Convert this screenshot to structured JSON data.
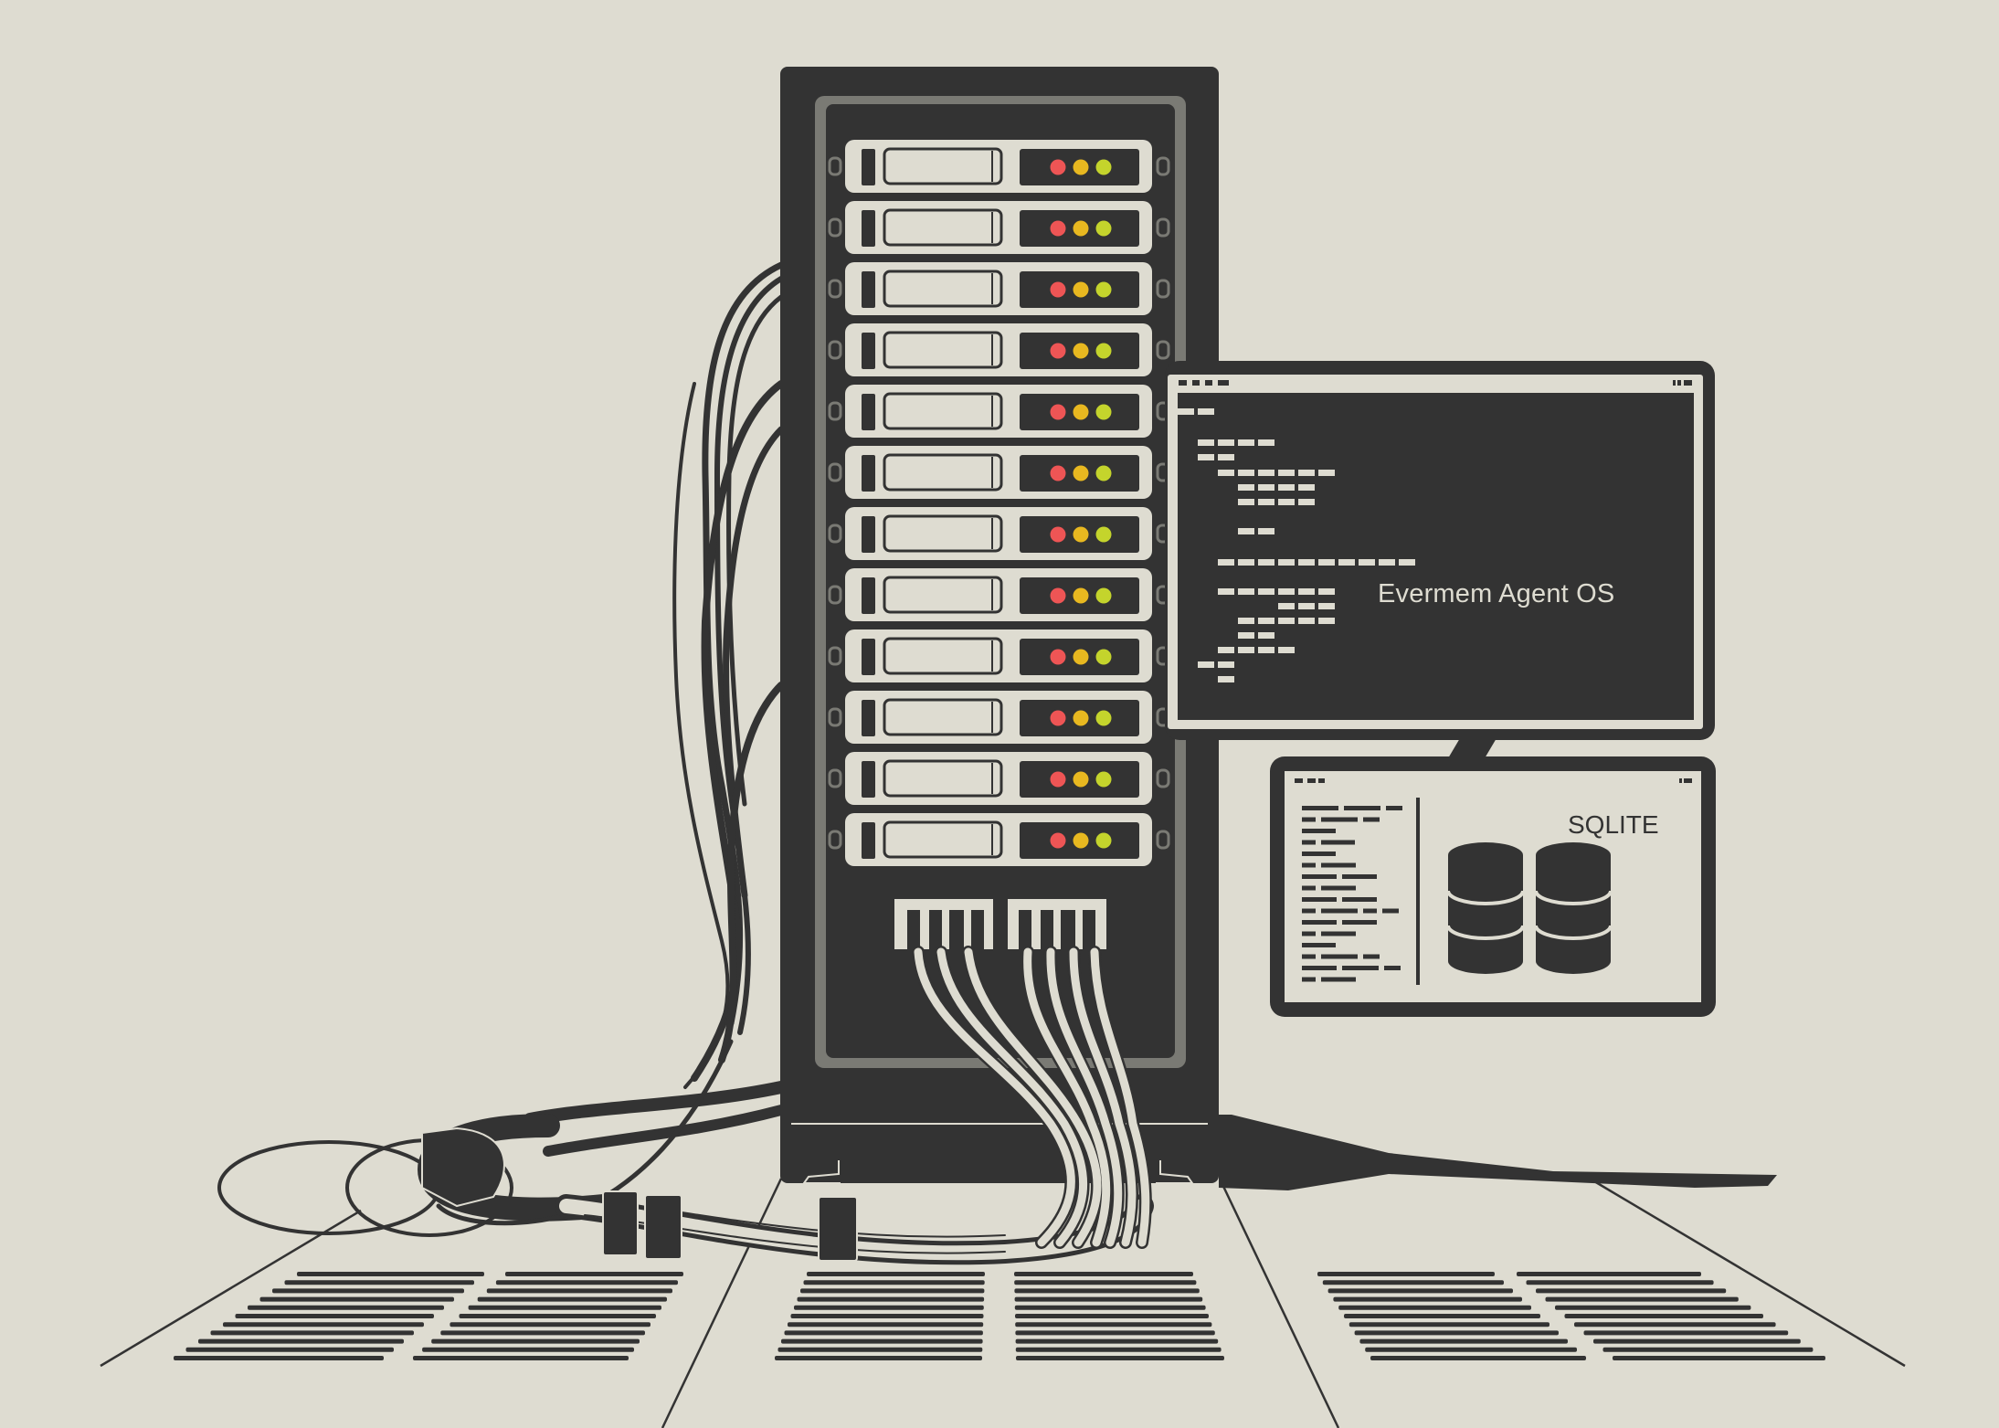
{
  "scene": {
    "description": "Flat illustration of a server rack with cables and two monitors",
    "colors": {
      "background": "#dedcd1",
      "ink": "#333333",
      "bezel": "#7a7a74",
      "panel": "#dedcd1",
      "led_red": "#ee5555",
      "led_amber": "#e8b820",
      "led_yellow": "#d4cf2a",
      "led_lime": "#c4d42c"
    }
  },
  "rack": {
    "server_units": 12,
    "leds_per_unit": [
      "red",
      "amber",
      "lime"
    ],
    "connector_blocks": 2
  },
  "terminal_monitor": {
    "title_text": "Evermem Agent OS"
  },
  "database_monitor": {
    "label": "SQLITE",
    "database_icons": 2
  },
  "floor": {
    "vent_groups": 6,
    "slats_per_vent": 11
  }
}
